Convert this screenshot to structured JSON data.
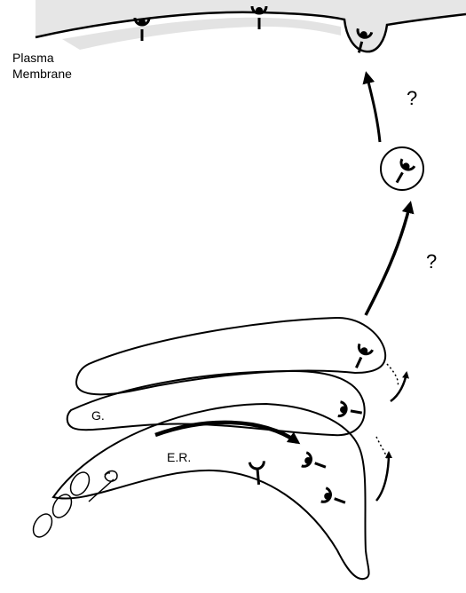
{
  "labels": {
    "plasma_membrane_line1": "Plasma",
    "plasma_membrane_line2": "Membrane",
    "golgi": "G.",
    "er": "E.R.",
    "question_upper": "?",
    "question_lower": "?"
  },
  "colors": {
    "ink": "#000000",
    "background": "#ffffff",
    "stipple": "#9a9a9a"
  }
}
